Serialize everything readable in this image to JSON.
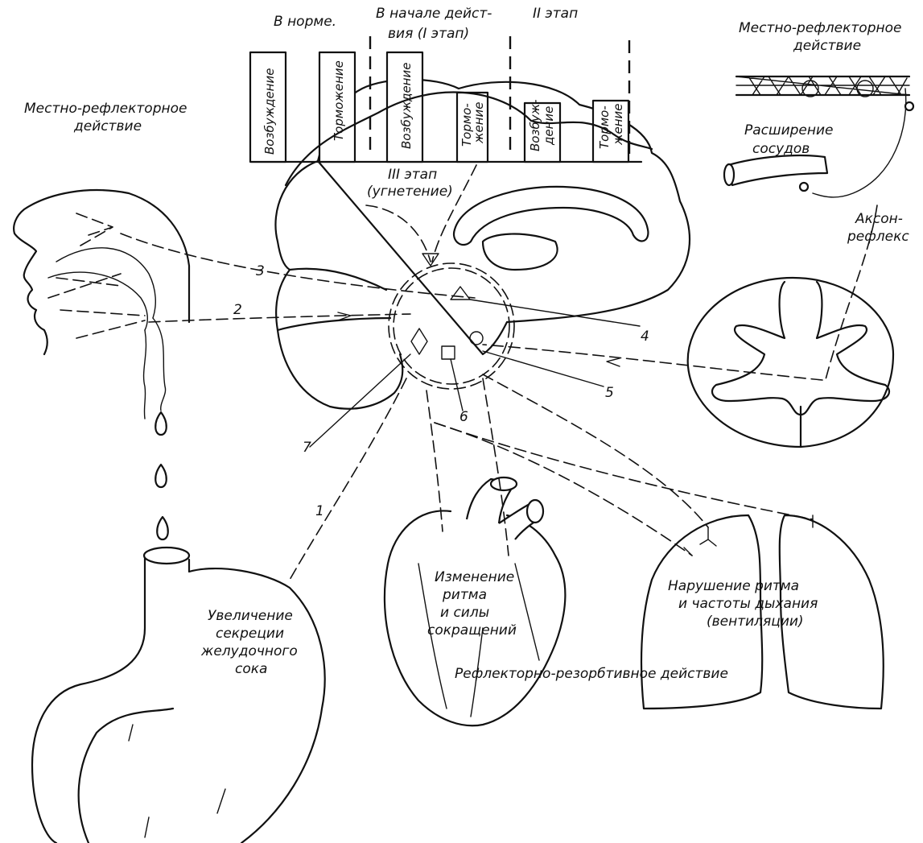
{
  "headers": {
    "norm": "В норме.",
    "start_line1": "В начале дейст-",
    "start_line2": "вия (I этап)",
    "stage2": "II этап",
    "stage3_line1": "III этап",
    "stage3_line2": "(угнетение)"
  },
  "bars": {
    "b1": "Возбуждение",
    "b2": "Торможение",
    "b3": "Возбуждение",
    "b4_1": "Тормо-",
    "b4_2": "жение",
    "b5_1": "Возбуж-",
    "b5_2": "дение",
    "b6_1": "Тормо-",
    "b6_2": "жение"
  },
  "labels": {
    "local_left_1": "Местно-рефлекторное",
    "local_left_2": "действие",
    "local_right_1": "Местно-рефлекторное",
    "local_right_2": "действие",
    "vasodilation_1": "Расширение",
    "vasodilation_2": "сосудов",
    "axon_1": "Аксон-",
    "axon_2": "рефлекс",
    "stomach_1": "Увеличение",
    "stomach_2": "секреции",
    "stomach_3": "желудочного",
    "stomach_4": "сока",
    "heart_1": "Изменение",
    "heart_2": "ритма",
    "heart_3": "и силы",
    "heart_4": "сокращений",
    "lungs_1": "Нарушение   ритма",
    "lungs_2": "и частоты дыхания",
    "lungs_3": "(вентиляции)",
    "resorptive": "Рефлекторно-резорбтивное действие"
  },
  "numbers": {
    "n1": "1",
    "n2": "2",
    "n3": "3",
    "n4": "4",
    "n5": "5",
    "n6": "6",
    "n7": "7"
  }
}
